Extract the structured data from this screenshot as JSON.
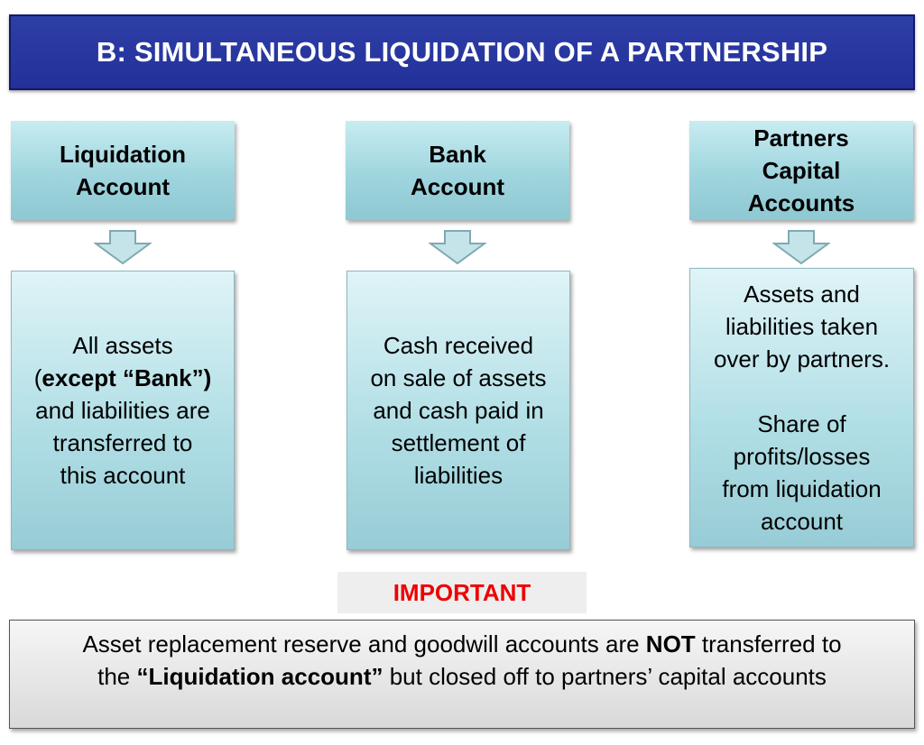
{
  "title": "B:  SIMULTANEOUS LIQUIDATION OF A PARTNERSHIP",
  "columns": [
    {
      "header": [
        "Liquidation",
        "Account"
      ],
      "body": {
        "line1": "All assets",
        "line2_pre": "(",
        "line2_bold": "except “Bank”)",
        "line3": "and liabilities are",
        "line4": "transferred to",
        "line5": "this account"
      }
    },
    {
      "header": [
        "Bank",
        "Account"
      ],
      "body": {
        "line1": "Cash received",
        "line2": "on sale of assets",
        "line3": "and cash paid in",
        "line4": "settlement of",
        "line5": "liabilities"
      }
    },
    {
      "header": [
        "Partners",
        "Capital",
        "Accounts"
      ],
      "body": {
        "line1": "Assets and",
        "line2": "liabilities taken",
        "line3": "over by partners.",
        "line4": "Share of",
        "line5": "profits/losses",
        "line6": "from liquidation",
        "line7": "account"
      }
    }
  ],
  "important_label": "IMPORTANT",
  "note": {
    "line1_pre": "Asset replacement reserve and goodwill accounts are ",
    "line1_bold": "NOT",
    "line1_post": " transferred to",
    "line2_pre": "the ",
    "line2_bold": "“Liquidation account”",
    "line2_post": " but closed off to partners’ capital accounts"
  },
  "colors": {
    "title_bg": "#2a3aa2",
    "box_fill": "#a8dbe3",
    "important_text": "#ee0000"
  },
  "icons": [
    "down-arrow-icon",
    "down-arrow-icon",
    "down-arrow-icon"
  ]
}
